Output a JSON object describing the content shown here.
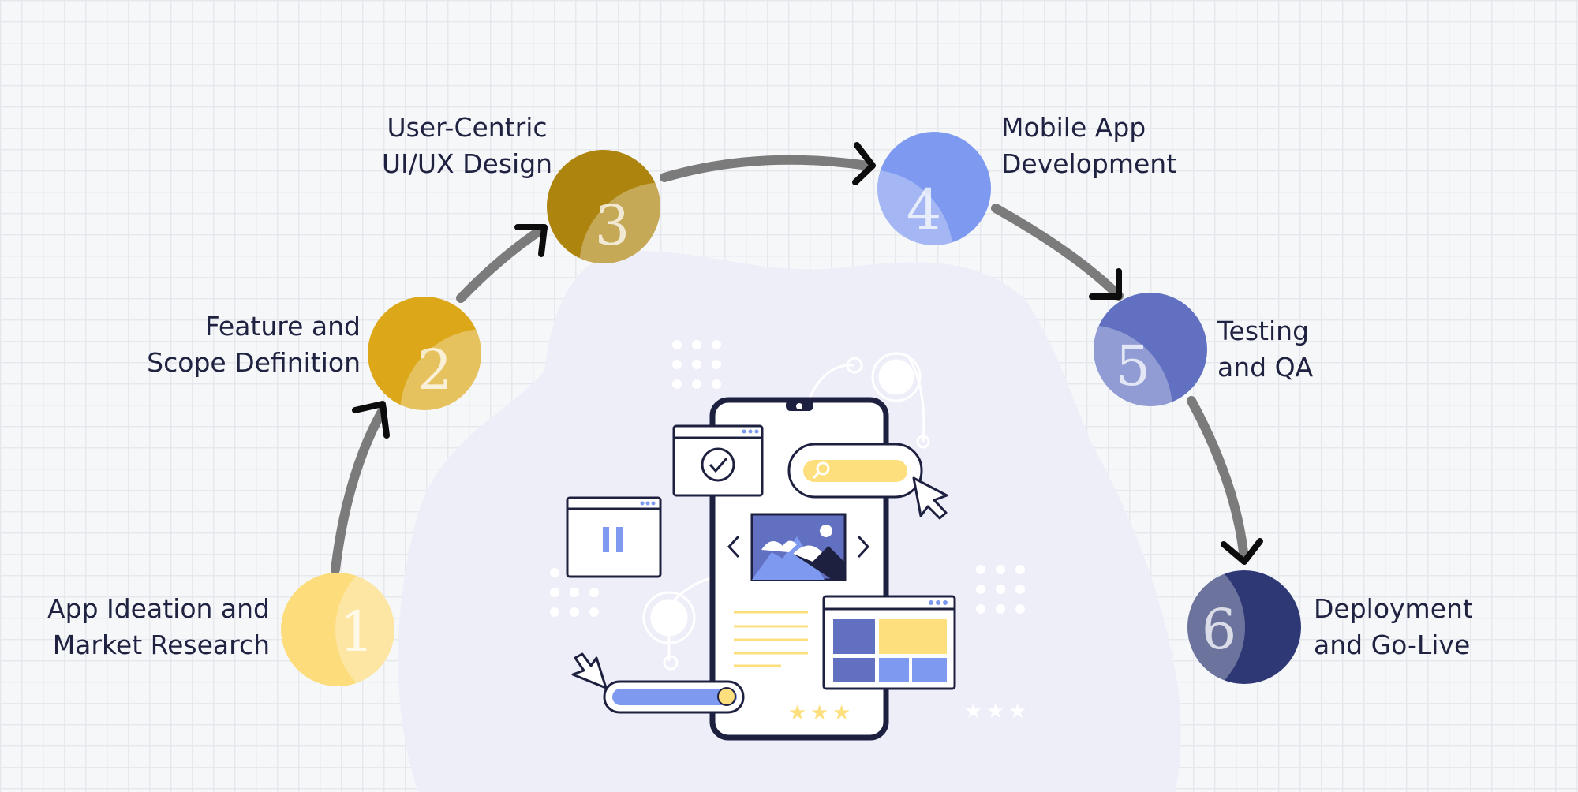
{
  "colors": {
    "background": "#f6f7f9",
    "grid": "#e6e8ee",
    "blob": "#eeeef9",
    "arrow": "#7b7b7b",
    "arrowhead": "#0c0c0c",
    "text": "#1f2240",
    "step1": "#fddc7b",
    "step2": "#dca81a",
    "step3": "#ad840d",
    "step4": "#7d99f0",
    "step5": "#6270c2",
    "step6": "#2d3875",
    "illustration_blue": "#7d99f0",
    "illustration_navy": "#1e2040",
    "illustration_yellow": "#fedf7d"
  },
  "steps": [
    {
      "number": "1",
      "line1": "App Ideation and",
      "line2": "Market Research"
    },
    {
      "number": "2",
      "line1": "Feature and",
      "line2": "Scope Definition"
    },
    {
      "number": "3",
      "line1": "User-Centric",
      "line2": "UI/UX Design"
    },
    {
      "number": "4",
      "line1": "Mobile App",
      "line2": "Development"
    },
    {
      "number": "5",
      "line1": "Testing",
      "line2": "and QA"
    },
    {
      "number": "6",
      "line1": "Deployment",
      "line2": "and Go-Live"
    }
  ],
  "icons": {
    "center": "mobile-app-illustration",
    "flow_arrow": "curved-arrow"
  }
}
